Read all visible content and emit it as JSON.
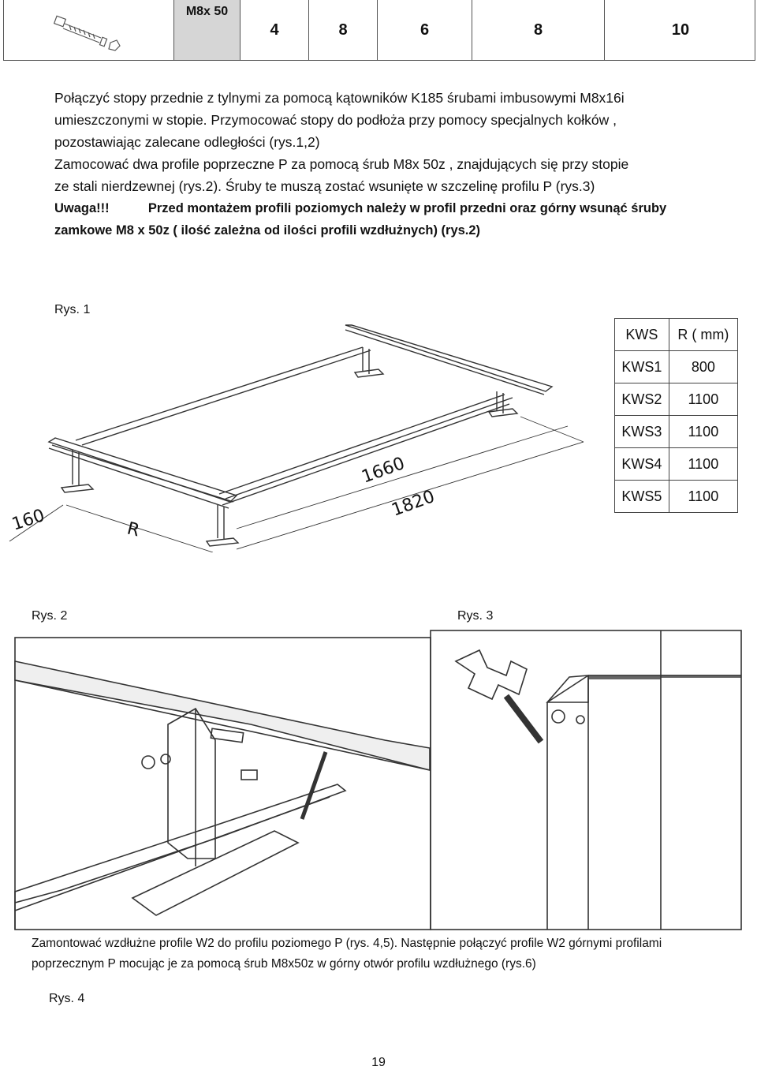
{
  "top_table": {
    "bolt_label": "M8x 50",
    "values": [
      "4",
      "8",
      "6",
      "8",
      "10"
    ]
  },
  "instructions": {
    "lines": [
      "Połączyć stopy przednie z tylnymi za pomocą kątowników K185 śrubami imbusowymi M8x16i",
      "umieszczonymi w stopie. Przymocować stopy do podłoża przy pomocy specjalnych kołków ,",
      "pozostawiając zalecane odległości (rys.1,2)",
      "Zamocować dwa profile poprzeczne P za pomocą śrub M8x 50z , znajdujących się przy stopie",
      "ze stali nierdzewnej (rys.2). Śruby te muszą zostać wsunięte w szczelinę profilu P (rys.3)"
    ],
    "warning_label": "Uwaga!!!",
    "warning_text": "Przed montażem profili poziomych należy w profil przedni oraz górny  wsunąć  śruby",
    "warning_text_2": "zamkowe M8 x 50z  ( ilość zależna od ilości profili wzdłużnych) (rys.2)"
  },
  "figure1": {
    "caption": "Rys. 1",
    "dim_160": "160",
    "dim_r": "R",
    "dim_1660": "1660",
    "dim_1820": "1820"
  },
  "kws_table": {
    "headers": [
      "KWS",
      "R ( mm)"
    ],
    "rows": [
      [
        "KWS1",
        "800"
      ],
      [
        "KWS2",
        "1100"
      ],
      [
        "KWS3",
        "1100"
      ],
      [
        "KWS4",
        "1100"
      ],
      [
        "KWS5",
        "1100"
      ]
    ]
  },
  "figure2": {
    "caption": "Rys. 2"
  },
  "figure3": {
    "caption": "Rys. 3"
  },
  "footer_text": {
    "line1": "Zamontować wzdłużne profile W2 do profilu poziomego P (rys. 4,5). Następnie połączyć profile W2 górnymi profilami",
    "line2": "poprzecznym P mocując je za pomocą śrub M8x50z w górny otwór profilu wzdłużnego (rys.6)"
  },
  "figure4": {
    "caption": "Rys. 4"
  },
  "page_number": "19"
}
